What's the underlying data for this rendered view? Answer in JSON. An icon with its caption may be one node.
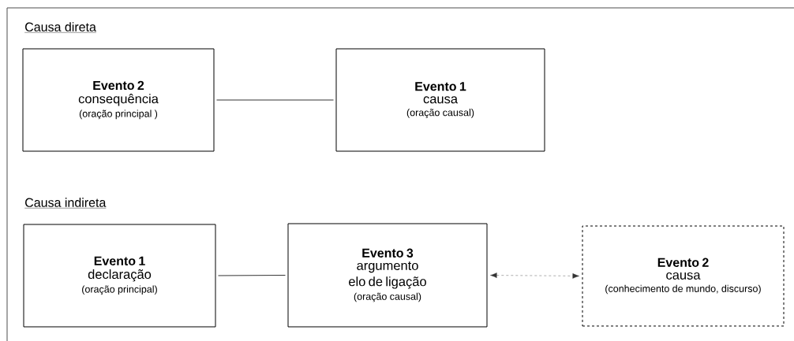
{
  "diagram": {
    "nodes": [
      {
        "text": [
          "Evento 2",
          "consequência",
          "(oração principal )"
        ]
      },
      {
        "text": [
          "Evento 1",
          "causa",
          "(oração causal)"
        ]
      },
      {
        "text": [
          "Evento 1",
          "declaração",
          "(oração principal)"
        ]
      },
      {
        "text": [
          "Evento 3",
          "argumento",
          "elo de ligação",
          "(oração causal)"
        ]
      },
      {
        "text": [
          "Evento 2",
          "causa",
          "(conhecimento de mundo, discurso)"
        ]
      }
    ],
    "edges": [
      {
        "from": 0,
        "to": 1,
        "arrow": "none"
      },
      {
        "from": 2,
        "to": 3,
        "arrow": "none"
      },
      {
        "from": 3,
        "to": 4,
        "arrow": "both",
        "style": "dashed"
      }
    ],
    "labels": [
      "Causa direta",
      "Causa indireta"
    ]
  }
}
